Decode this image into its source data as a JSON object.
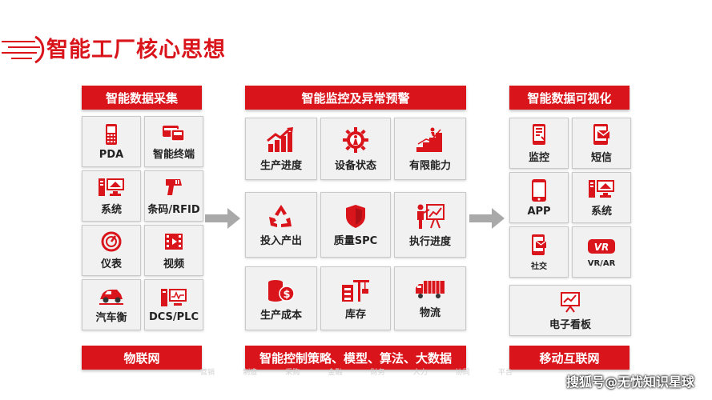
{
  "title": "智能工厂核心思想",
  "columns": {
    "left": {
      "header": "智能数据采集",
      "footer": "物联网",
      "tiles": [
        {
          "label": "PDA",
          "icon": "phone-icon"
        },
        {
          "label": "智能终端",
          "icon": "card-terminal-icon"
        },
        {
          "label": "系统",
          "icon": "computer-icon"
        },
        {
          "label": "条码/RFID",
          "icon": "barcode-scanner-icon"
        },
        {
          "label": "仪表",
          "icon": "gauge-icon"
        },
        {
          "label": "视频",
          "icon": "film-icon"
        },
        {
          "label": "汽车衡",
          "icon": "truck-scale-icon"
        },
        {
          "label": "DCS/PLC",
          "icon": "plc-monitor-icon"
        }
      ]
    },
    "middle": {
      "header": "智能监控及异常预警",
      "footer": "智能控制策略、模型、算法、大数据",
      "tiles": [
        {
          "label": "生产进度",
          "icon": "bar-growth-icon"
        },
        {
          "label": "设备状态",
          "icon": "gear-person-icon"
        },
        {
          "label": "有限能力",
          "icon": "stairs-icon"
        },
        {
          "label": "投入产出",
          "icon": "recycle-icon"
        },
        {
          "label": "质量SPC",
          "icon": "shield-icon"
        },
        {
          "label": "执行进度",
          "icon": "presentation-icon"
        },
        {
          "label": "生产成本",
          "icon": "coins-icon"
        },
        {
          "label": "库存",
          "icon": "warehouse-icon"
        },
        {
          "label": "物流",
          "icon": "delivery-truck-icon"
        }
      ]
    },
    "right": {
      "header": "智能数据可视化",
      "footer": "移动互联网",
      "tiles": [
        {
          "label": "监控",
          "icon": "mobile-monitor-icon"
        },
        {
          "label": "短信",
          "icon": "sms-icon"
        },
        {
          "label": "APP",
          "icon": "smartphone-icon"
        },
        {
          "label": "系统",
          "icon": "computer-icon"
        },
        {
          "label": "社交",
          "icon": "social-icon"
        },
        {
          "label": "VR/AR",
          "icon": "vr-icon"
        },
        {
          "label": "电子看板",
          "icon": "e-board-icon"
        }
      ]
    }
  },
  "faint_nav": [
    "营销",
    "制造",
    "采购",
    "金融",
    "财务",
    "人力",
    "协同",
    "平台"
  ],
  "watermark": "搜狐号@无忧知识星球",
  "colors": {
    "accent": "#d9141b",
    "tile_bg": "#f1f1f1",
    "text": "#222222"
  }
}
